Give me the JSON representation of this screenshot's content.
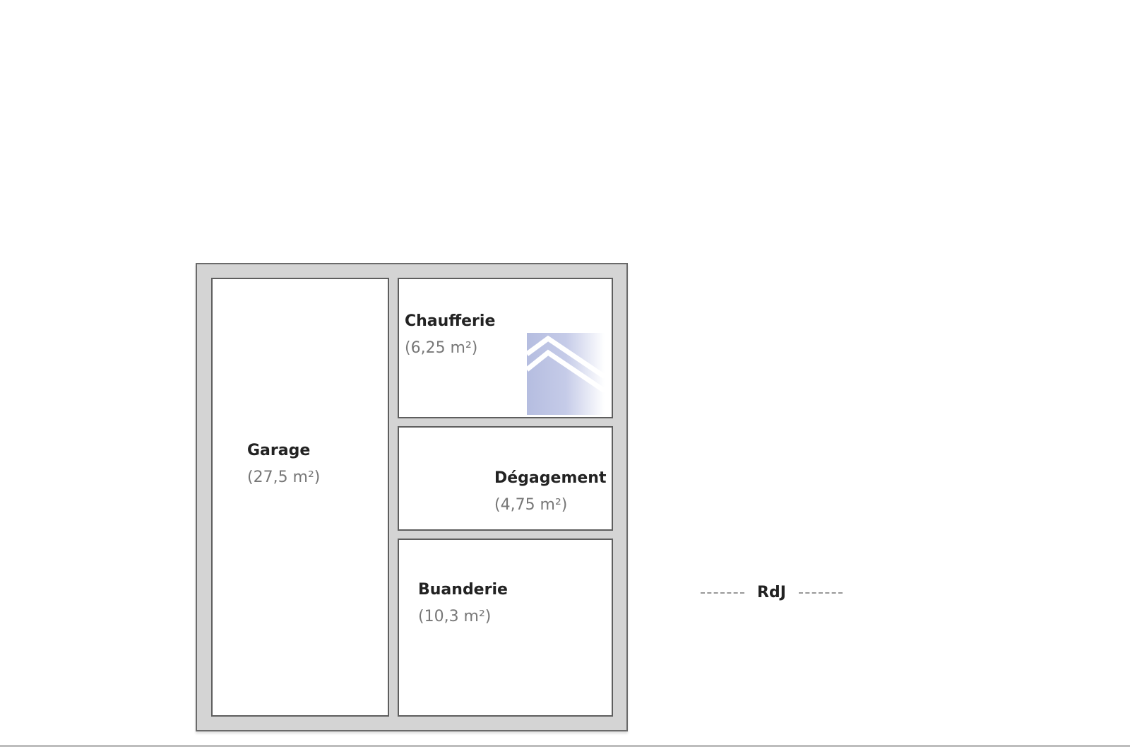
{
  "plan": {
    "level_label": "RdJ",
    "rooms": [
      {
        "name": "Garage",
        "area": "(27,5 m²)"
      },
      {
        "name": "Chaufferie",
        "area": "(6,25 m²)"
      },
      {
        "name": "Dégagement",
        "area": "(4,75 m²)"
      },
      {
        "name": "Buanderie",
        "area": "(10,3 m²)"
      }
    ],
    "colors": {
      "wall": "#d4d4d4",
      "logo": "#b5bde0"
    }
  }
}
